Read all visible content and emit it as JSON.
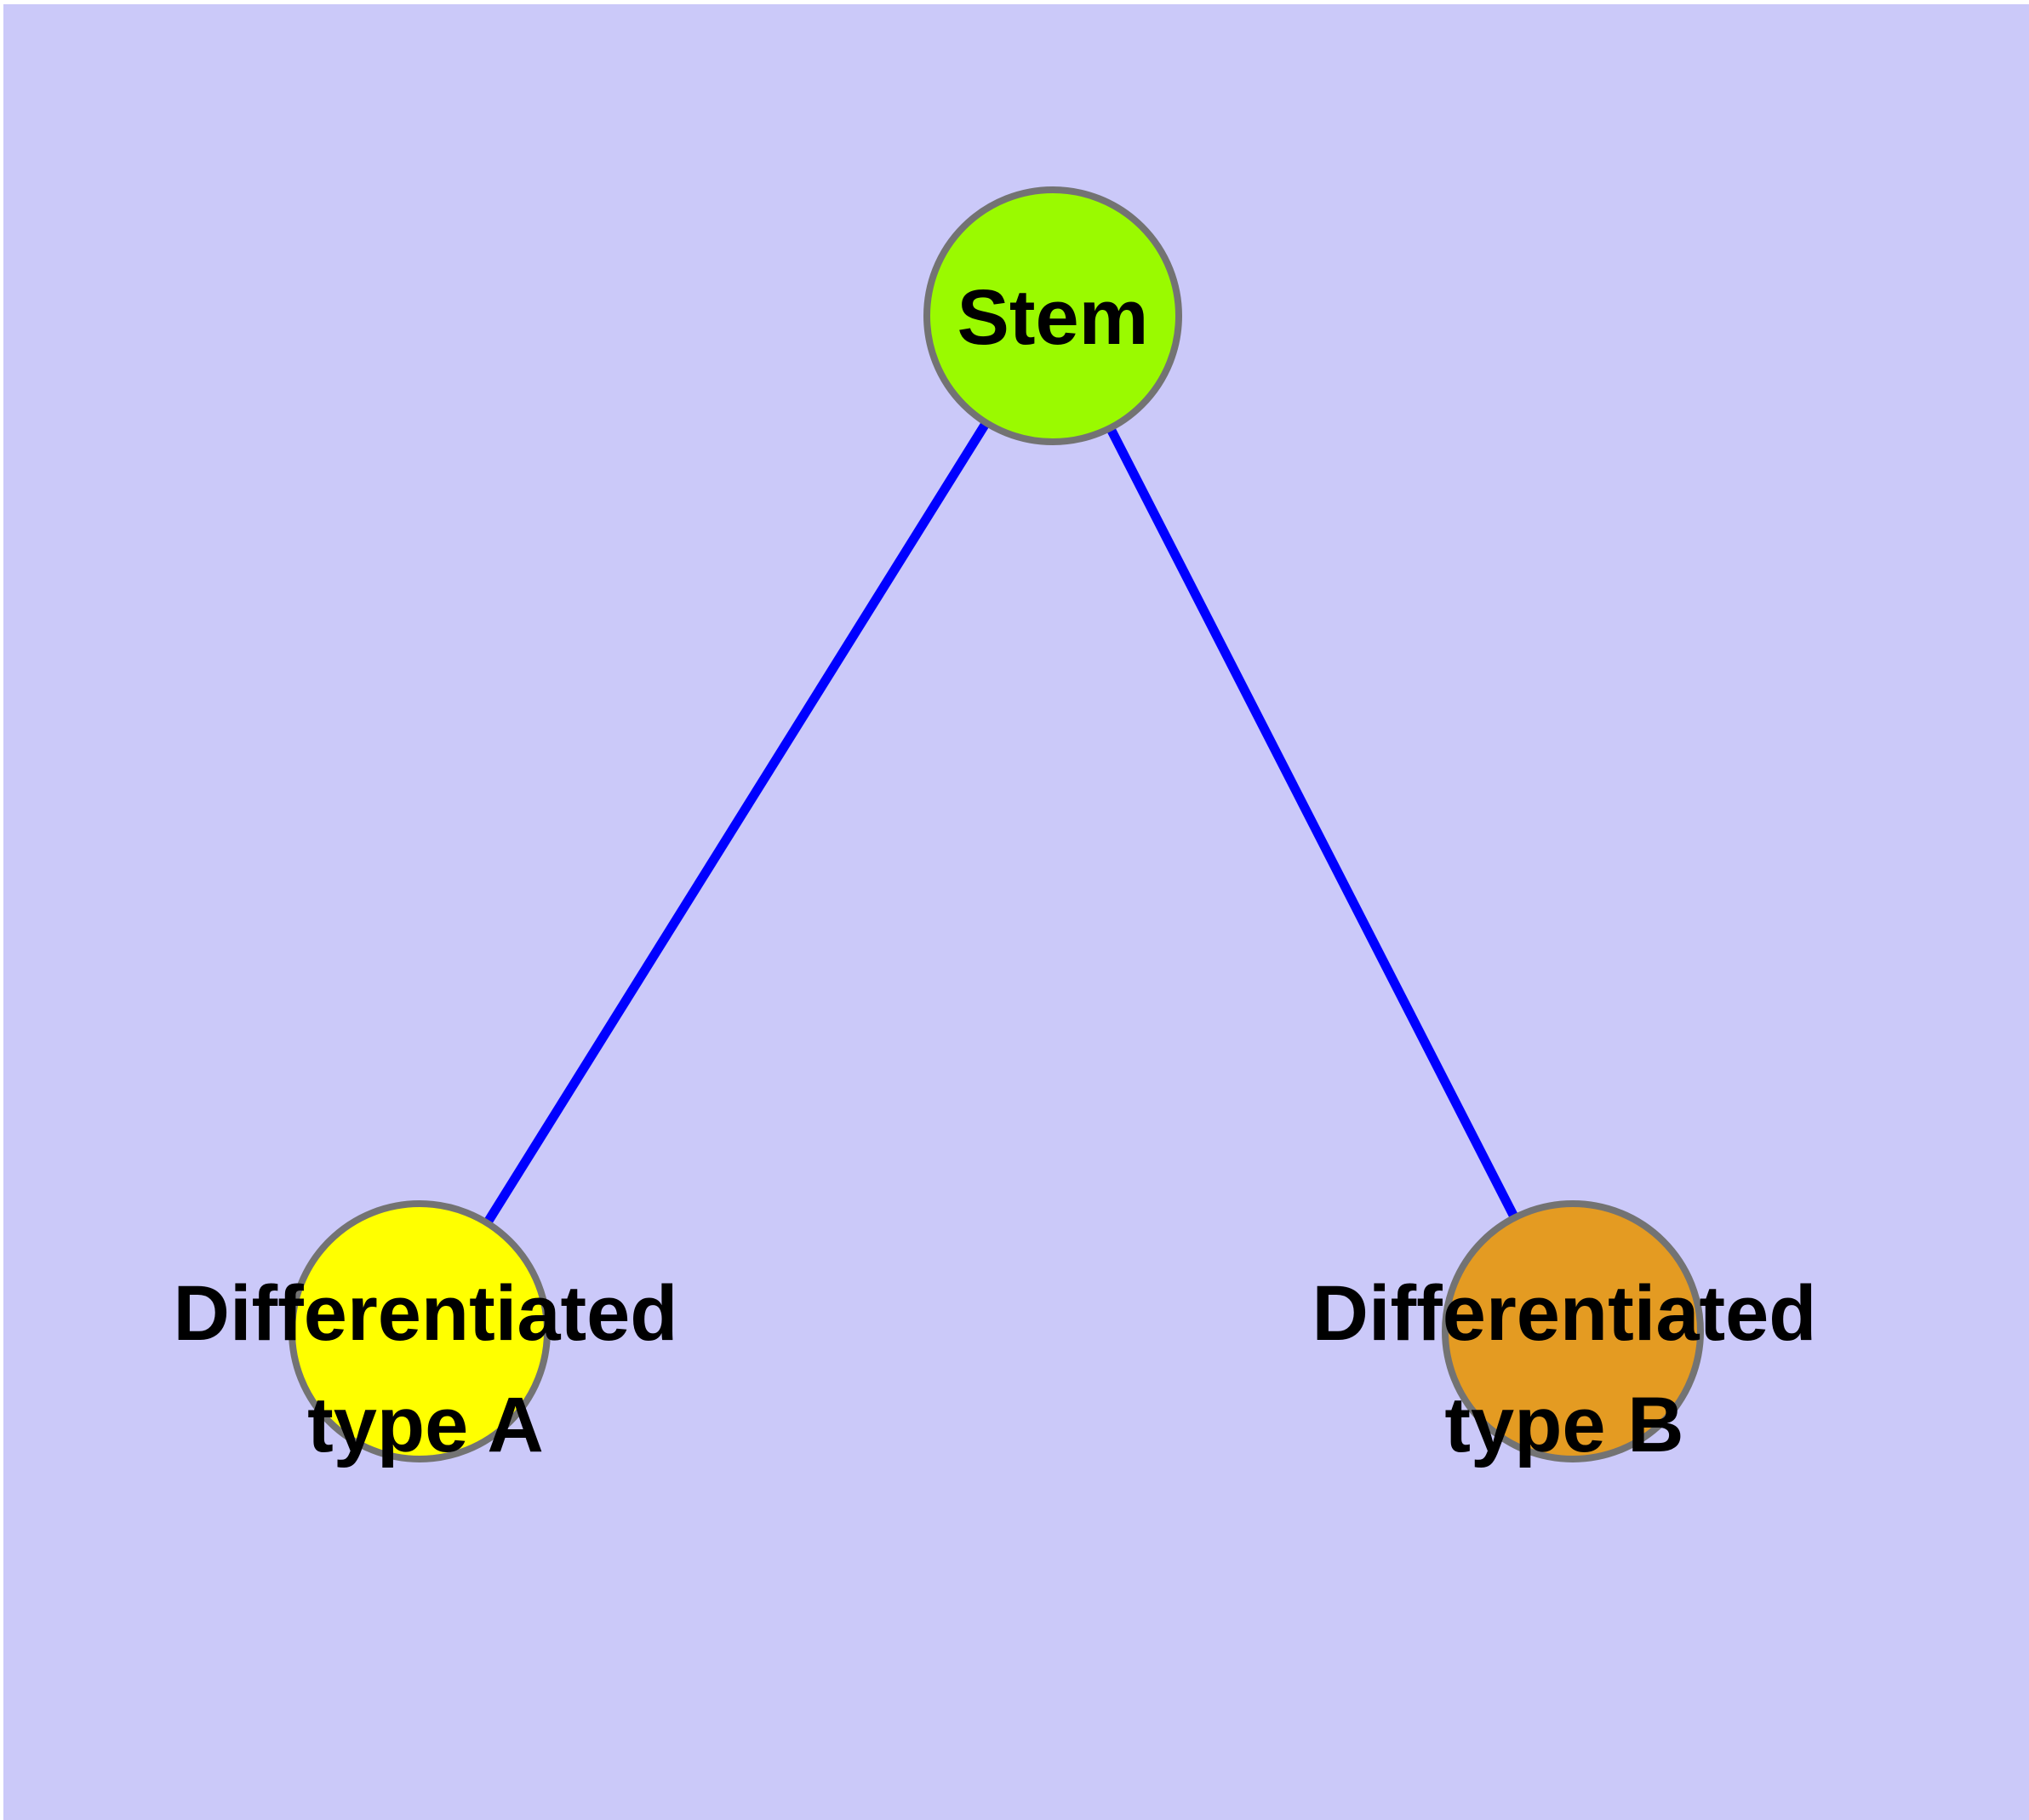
{
  "diagram": {
    "type": "graph",
    "background_color": "#CBC9F9",
    "margin_color": "#FFFFFF",
    "edge_color": "#0000FF",
    "node_border_color": "#737373",
    "label_color": "#000000",
    "nodes": [
      {
        "id": "stem",
        "label": "Stem",
        "line1": "Stem",
        "line2": "",
        "color": "#9AFA00"
      },
      {
        "id": "differentiated-type-a",
        "label": "Differentiated type A",
        "line1": "Differentiated",
        "line2": "type A",
        "color": "#FFFF00"
      },
      {
        "id": "differentiated-type-b",
        "label": "Differentiated type B",
        "line1": "Differentiated",
        "line2": "type B",
        "color": "#E49B22"
      }
    ],
    "edges": [
      {
        "from": "Stem",
        "to": "Differentiated type A"
      },
      {
        "from": "Stem",
        "to": "Differentiated type B"
      }
    ]
  }
}
